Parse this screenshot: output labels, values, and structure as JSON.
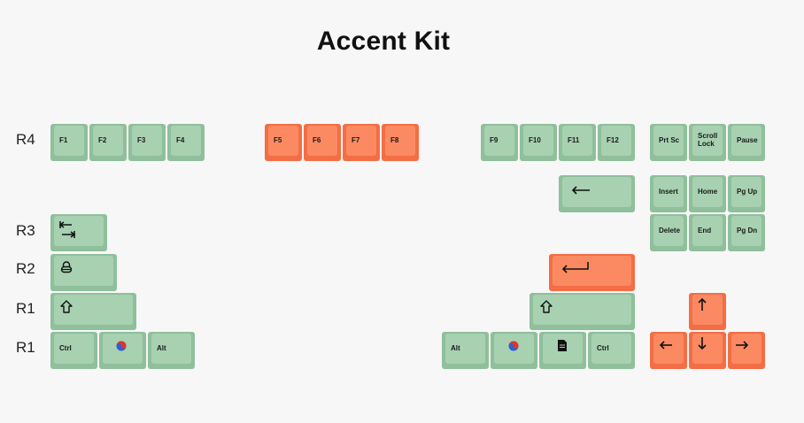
{
  "title": "Accent Kit",
  "row_labels": [
    "R4",
    "R3",
    "R2",
    "R1",
    "R1"
  ],
  "colors": {
    "green": "#a7d1b1",
    "orange": "#fb8a62"
  },
  "keys": {
    "f1": "F1",
    "f2": "F2",
    "f3": "F3",
    "f4": "F4",
    "f5": "F5",
    "f6": "F6",
    "f7": "F7",
    "f8": "F8",
    "f9": "F9",
    "f10": "F10",
    "f11": "F11",
    "f12": "F12",
    "prtsc": "Prt Sc",
    "scroll": "Scroll\nLock",
    "pause": "Pause",
    "insert": "Insert",
    "home": "Home",
    "pgup": "Pg Up",
    "delete": "Delete",
    "end": "End",
    "pgdn": "Pg Dn",
    "ctrl_left": "Ctrl",
    "alt_left": "Alt",
    "alt_right": "Alt",
    "ctrl_right": "Ctrl"
  },
  "icons": {
    "backspace": "arrow-left-icon",
    "tab": "tab-arrows-icon",
    "caps": "lock-icon",
    "enter": "enter-arrow-icon",
    "shift": "shift-arrow-icon",
    "win": "taegeuk-icon",
    "menu": "document-icon",
    "up": "arrow-up-icon",
    "left": "arrow-left-icon",
    "down": "arrow-down-icon",
    "right": "arrow-right-icon"
  }
}
